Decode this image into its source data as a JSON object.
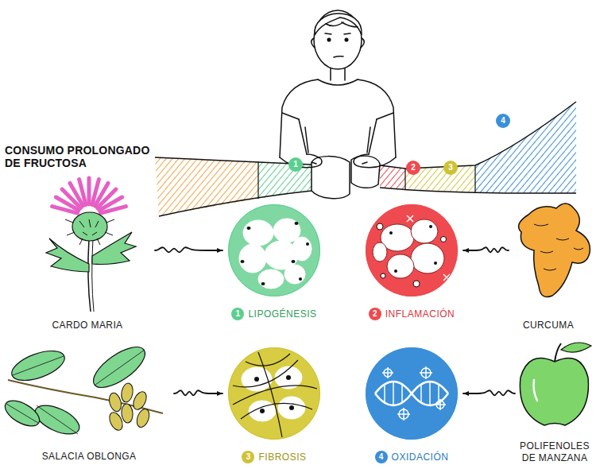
{
  "diagram": {
    "nodes": [
      {
        "text": [
          "CARDO MARIA"
        ]
      },
      {
        "text": [
          "1",
          "LIPOGÉNESIS"
        ]
      },
      {
        "text": [
          "2",
          "INFLAMACIÓN"
        ]
      },
      {
        "text": [
          "CURCUMA"
        ]
      },
      {
        "text": [
          "SALACIA OBLONGA"
        ]
      },
      {
        "text": [
          "3",
          "FIBROSIS"
        ]
      },
      {
        "text": [
          "4",
          "OXIDACIÓN"
        ]
      },
      {
        "text": [
          "POLIFENOLES DE MANZANA"
        ]
      }
    ],
    "edges": [
      {
        "from": 0,
        "to": 1,
        "arrow": "to"
      },
      {
        "from": 3,
        "to": 2,
        "arrow": "to"
      },
      {
        "from": 4,
        "to": 5,
        "arrow": "to"
      },
      {
        "from": 7,
        "to": 6,
        "arrow": "to"
      }
    ],
    "labels": [
      "CONSUMO PROLONGADO DE FRUCTOSA",
      "1",
      "2",
      "3",
      "4"
    ]
  }
}
